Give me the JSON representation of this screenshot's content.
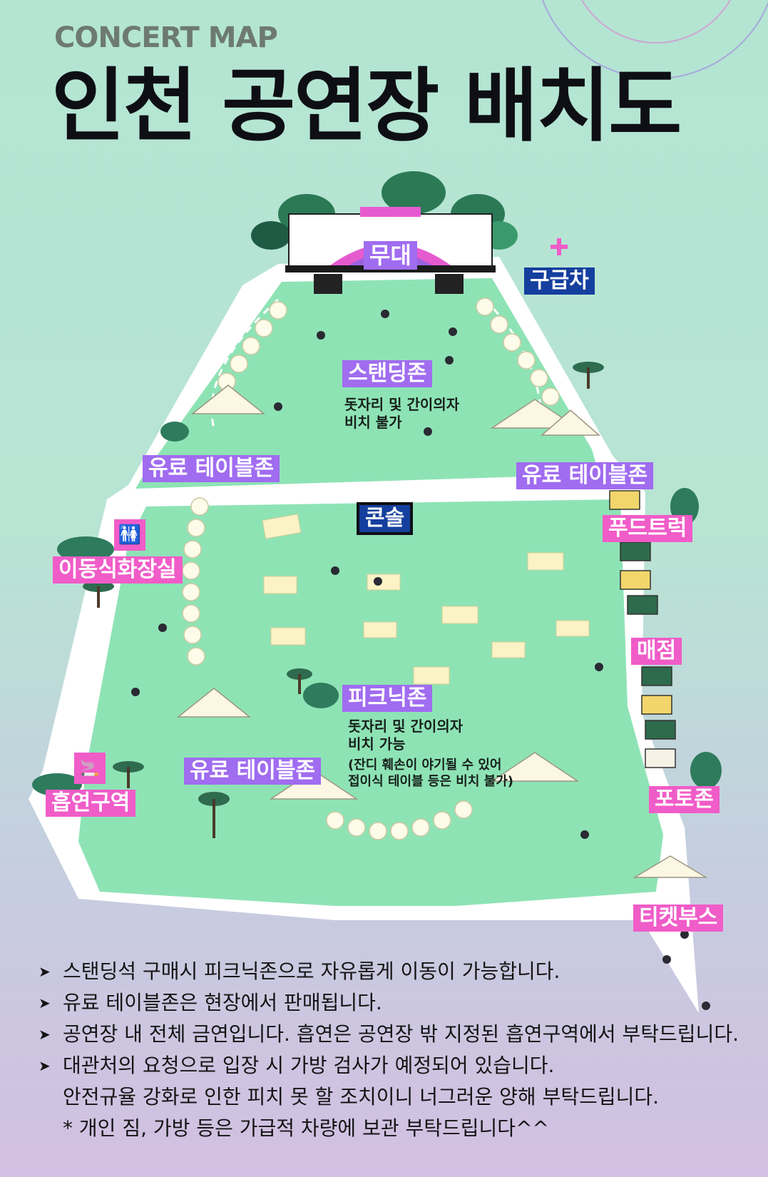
{
  "header": {
    "eyebrow": "CONCERT MAP",
    "title": "인천 공연장 배치도"
  },
  "colors": {
    "grass": "#8ee3b5",
    "path": "#ffffff",
    "purple_tag": "#a06cf0",
    "pink_tag": "#f05cc8",
    "blue_tag": "#153f9e"
  },
  "map": {
    "stage": "무대",
    "ambulance": "구급차",
    "standing_zone": "스탠딩존",
    "standing_note": "돗자리 및 간이의자\n비치 불가",
    "paid_table_left_upper": "유료 테이블존",
    "paid_table_right": "유료 테이블존",
    "paid_table_left_lower": "유료 테이블존",
    "console": "콘솔",
    "mobile_restroom": "이동식화장실",
    "food_truck": "푸드트럭",
    "shop": "매점",
    "picnic_zone": "피크닉존",
    "picnic_note": "돗자리 및 간이의자\n비치 가능",
    "picnic_subnote": "(잔디 훼손이 야기될 수 있어\n접이식 테이블 등은 비치 불가)",
    "smoking_area": "흡연구역",
    "photo_zone": "포토존",
    "ticket_booth": "티켓부스",
    "icons": [
      "medical-cross-icon",
      "restroom-icon",
      "smoking-icon",
      "food-truck-icon",
      "tent-icon",
      "tree-icon",
      "person-icon"
    ]
  },
  "notices": [
    "스탠딩석 구매시 피크닉존으로 자유롭게 이동이 가능합니다.",
    "유료 테이블존은 현장에서 판매됩니다.",
    "공연장 내 전체 금연입니다. 흡연은 공연장 밖 지정된 흡연구역에서 부탁드립니다.",
    "대관처의 요청으로 입장 시 가방 검사가 예정되어 있습니다."
  ],
  "notice_extra": [
    "안전규율 강화로 인한 피치 못 할 조치이니 너그러운 양해 부탁드립니다.",
    "* 개인 짐, 가방 등은 가급적 차량에 보관 부탁드립니다^^"
  ]
}
